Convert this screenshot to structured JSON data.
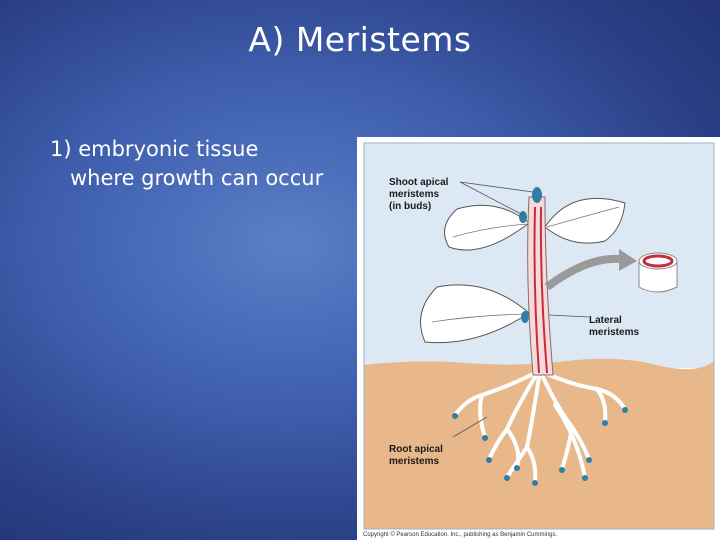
{
  "slide": {
    "title": "A) Meristems",
    "bullet": {
      "line1": "1) embryonic tissue",
      "line2": "where growth can occur"
    }
  },
  "figure": {
    "labels": {
      "shoot_1": "Shoot apical",
      "shoot_2": "meristems",
      "shoot_3": "(in buds)",
      "lateral_1": "Lateral",
      "lateral_2": "meristems",
      "root_1": "Root apical",
      "root_2": "meristems"
    },
    "copyright": "Copyright © Pearson Education, Inc., publishing as Benjamin Cummings.",
    "colors": {
      "sky": "#dce9f5",
      "soil": "#e9b88a",
      "stem": "#f6d9db",
      "meristem_red": "#c62d3c",
      "bud_blue": "#2e7fa6"
    }
  }
}
